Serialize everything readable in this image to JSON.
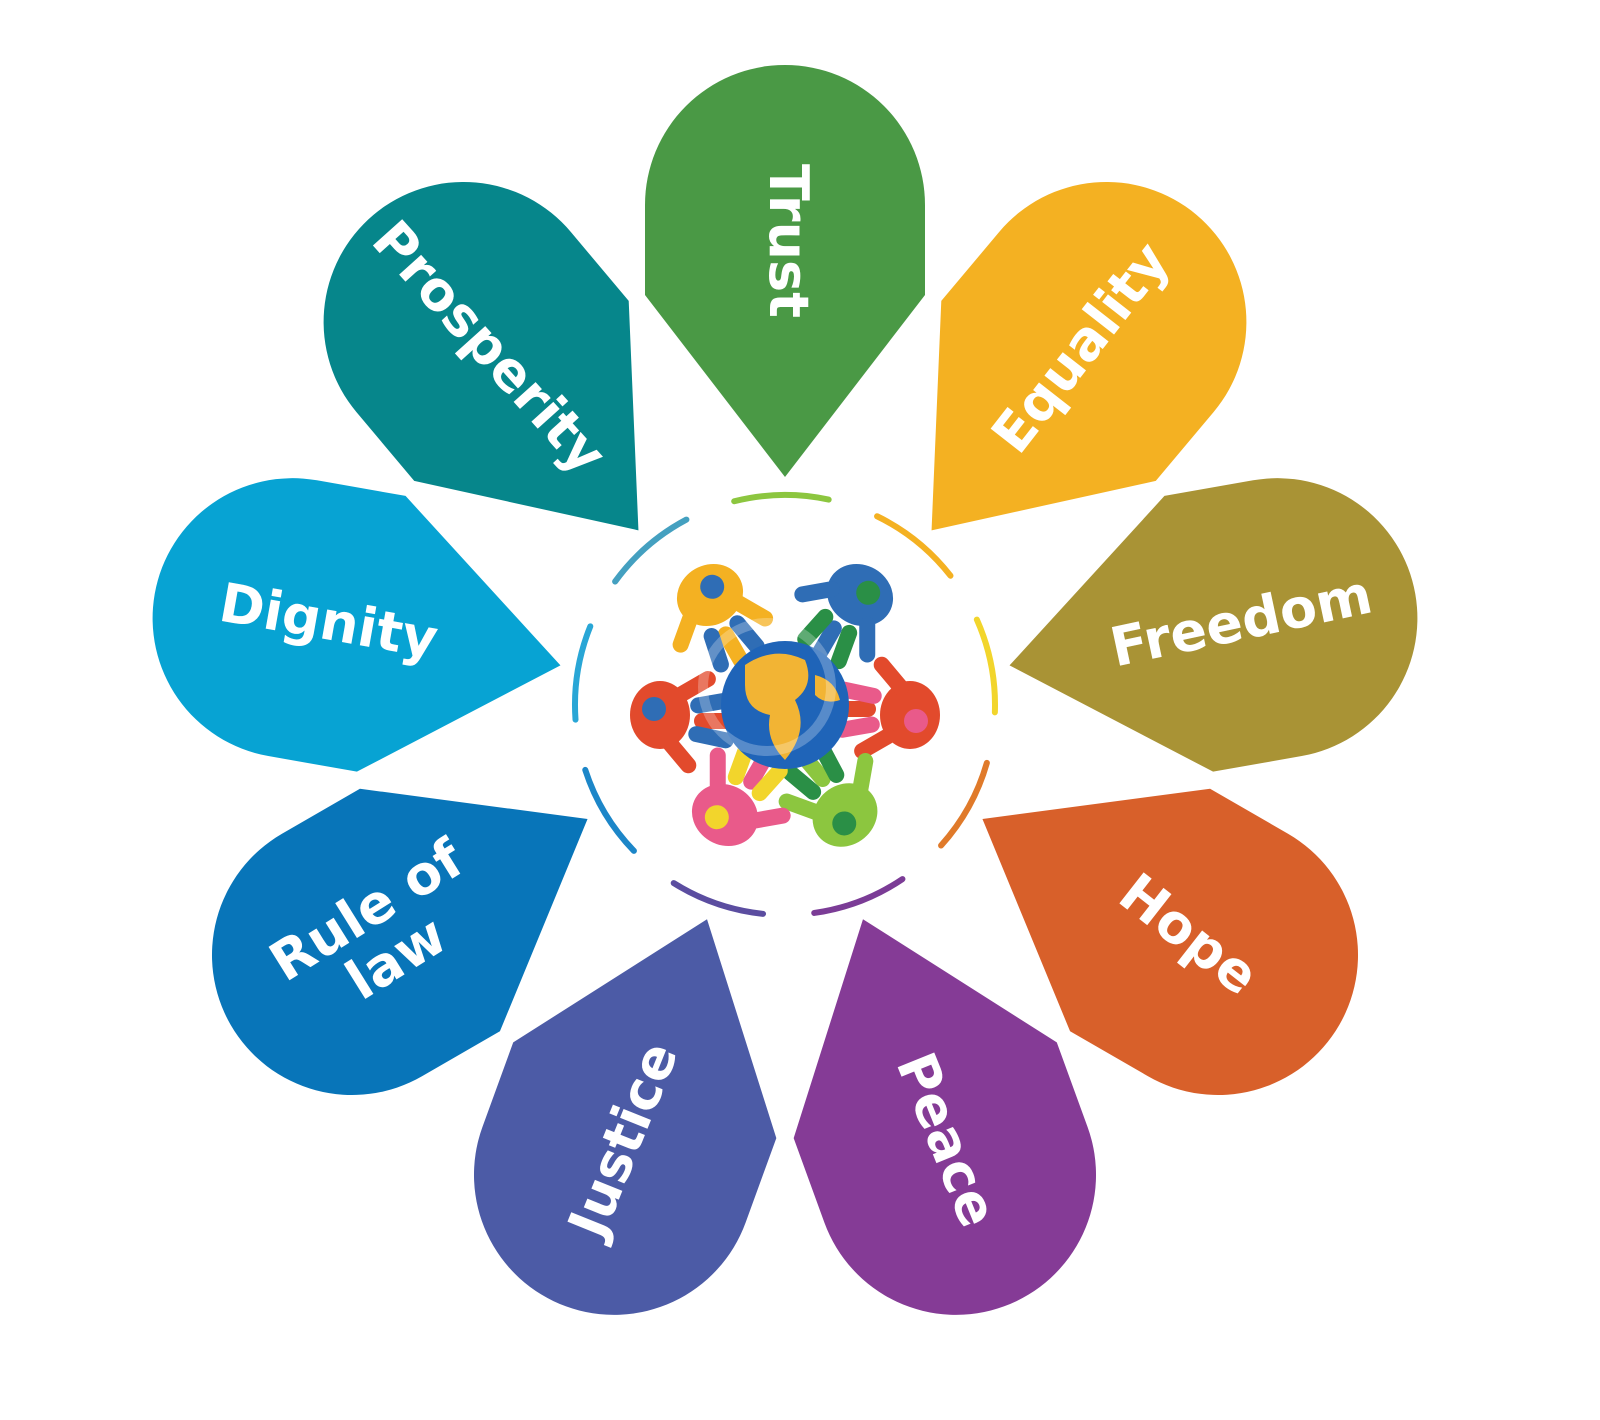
{
  "diagram": {
    "petals": [
      {
        "lines": [
          "Trust"
        ],
        "color": "#4a9945"
      },
      {
        "lines": [
          "Equality"
        ],
        "color": "#f4b122"
      },
      {
        "lines": [
          "Freedom"
        ],
        "color": "#a99335"
      },
      {
        "lines": [
          "Hope"
        ],
        "color": "#d8602a"
      },
      {
        "lines": [
          "Peace"
        ],
        "color": "#853b96"
      },
      {
        "lines": [
          "Justice"
        ],
        "color": "#4c5ba6"
      },
      {
        "lines": [
          "Rule of",
          "law"
        ],
        "color": "#0875b9"
      },
      {
        "lines": [
          "Dignity"
        ],
        "color": "#07a3d3"
      },
      {
        "lines": [
          "Prosperity"
        ],
        "color": "#06868b"
      }
    ],
    "center": {
      "ring_colors": [
        "#8cc63f",
        "#f4b122",
        "#f2d52c",
        "#e07a2a",
        "#7b3c96",
        "#5b4da0",
        "#1c86c8",
        "#29a6d6",
        "#44a0c0"
      ],
      "hand_colors": [
        "#f4b122",
        "#2f6db5",
        "#e24a2c",
        "#2a8f46",
        "#e95a8a",
        "#8cc63f",
        "#f2d52c",
        "#6b3d92"
      ],
      "globe_ocean": "#1f64b8",
      "globe_land": "#f2b434"
    }
  }
}
